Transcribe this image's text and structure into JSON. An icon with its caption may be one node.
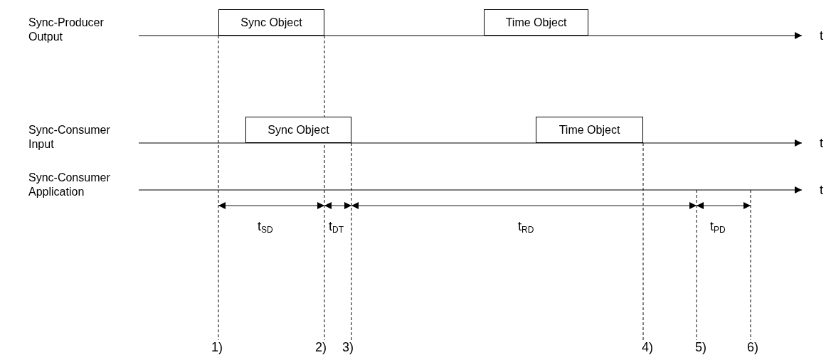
{
  "diagram": {
    "nodes": [
      {
        "text": [
          "Sync Object"
        ]
      },
      {
        "text": [
          "Time Object"
        ]
      },
      {
        "text": [
          "Sync Object"
        ]
      },
      {
        "text": [
          "Time Object"
        ]
      }
    ],
    "labels": [
      "Sync-Producer Output",
      "t",
      "Sync-Consumer Input",
      "t",
      "Sync-Consumer Application",
      "t",
      "t$_{SD}$",
      "t$_{DT}$",
      "t$_{RD}$",
      "t$_{PD}$",
      "1)",
      "2)",
      "3)",
      "4)",
      "5)",
      "6)"
    ]
  }
}
